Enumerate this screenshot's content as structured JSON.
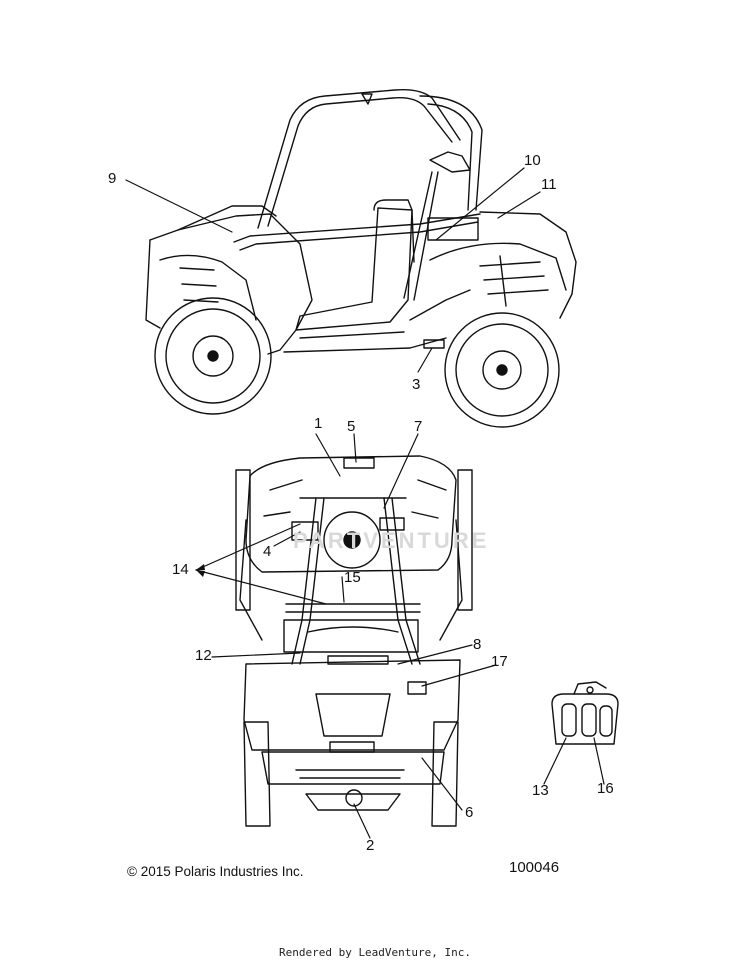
{
  "callouts": {
    "c1": "1",
    "c2": "2",
    "c3": "3",
    "c4": "4",
    "c5": "5",
    "c6": "6",
    "c7": "7",
    "c8": "8",
    "c9": "9",
    "c10": "10",
    "c11": "11",
    "c12": "12",
    "c13": "13",
    "c14": "14",
    "c15": "15",
    "c16": "16",
    "c17": "17"
  },
  "watermark": "PARTVENTURE",
  "footer": {
    "copyright": "© 2015 Polaris Industries Inc.",
    "figure_number": "100046",
    "rendered_by": "Rendered by LeadVenture, Inc."
  }
}
